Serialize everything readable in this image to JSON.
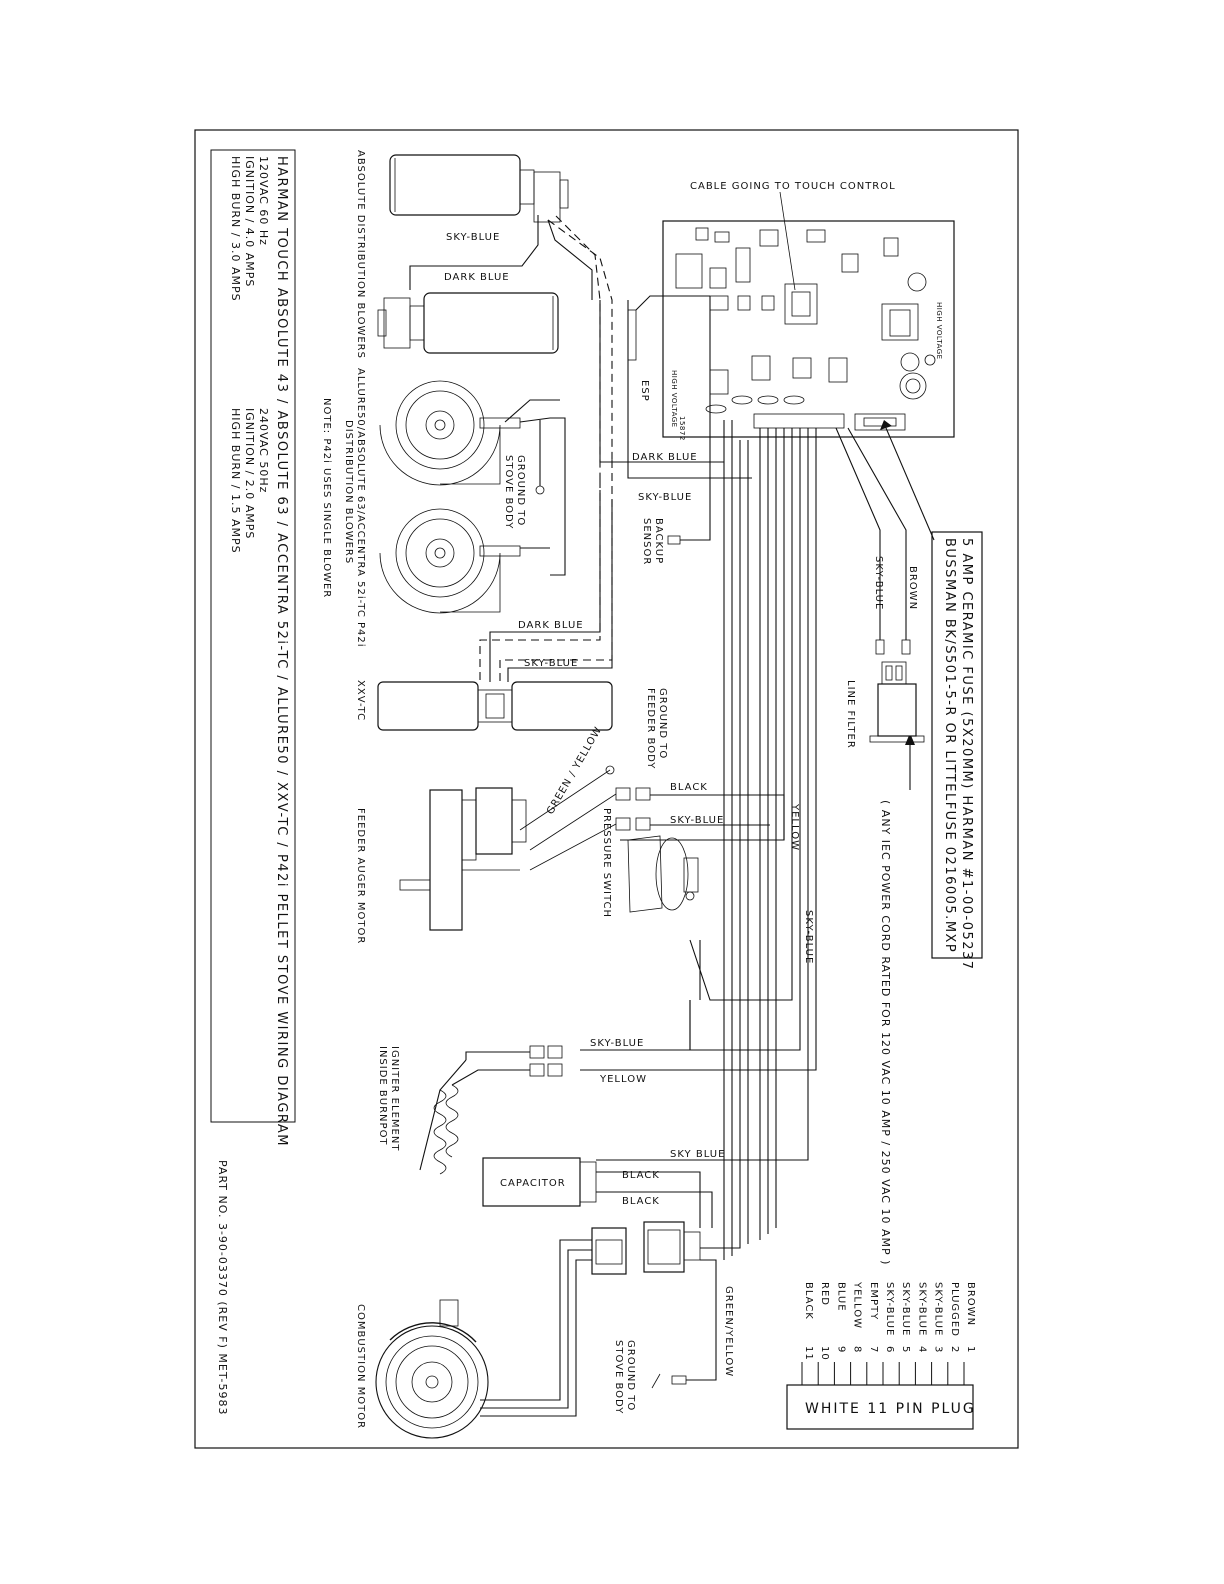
{
  "title": {
    "main": "HARMAN TOUCH ABSOLUTE 43 / ABSOLUTE 63 / ACCENTRA 52i-TC / ALLURE50 / XXV-TC / P42i PELLET STOVE WIRING DIAGRAM",
    "spec_120_line1": "120VAC 60 Hz",
    "spec_120_line2": "IGNITION / 4.0 AMPS",
    "spec_120_line3": "HIGH BURN / 3.0 AMPS",
    "spec_240_line1": "240VAC 50Hz",
    "spec_240_line2": "IGNITION / 2.0 AMPS",
    "spec_240_line3": "HIGH BURN / 1.5 AMPS"
  },
  "part_number": "PART NO. 3-90-03370 (REV F) MET-5983",
  "components": {
    "absolute_blowers": "ABSOLUTE DISTRIBUTION BLOWERS",
    "allure_blowers_1": "ALLURE50/ABSOLUTE 63/ACCENTRA 52i-TC P42i",
    "allure_blowers_2": "DISTRIBUTION BLOWERS",
    "p42i_note": "NOTE: P42i USES SINGLE BLOWER",
    "xxv_tc": "XXV-TC",
    "feeder_motor": "FEEDER AUGER MOTOR",
    "igniter_1": "IGNITER ELEMENT",
    "igniter_2": "INSIDE BURNPOT",
    "combustion_motor": "COMBUSTION MOTOR",
    "capacitor": "CAPACITOR",
    "pressure_switch": "PRESSURE SWITCH",
    "esp": "ESP",
    "backup_sensor_1": "BACKUP",
    "backup_sensor_2": "SENSOR",
    "line_filter": "LINE FILTER",
    "ground_stove_body_1": "GROUND TO",
    "ground_stove_body_2": "STOVE BODY",
    "ground_feeder_body_1": "GROUND TO",
    "ground_feeder_body_2": "FEEDER BODY",
    "cable_touch": "CABLE GOING TO TOUCH CONTROL",
    "high_voltage_1": "HIGH VOLTAGE",
    "high_voltage_2": "HIGH VOLTAGE",
    "board_number": "15872"
  },
  "fuse": {
    "line1": "5 AMP CERAMIC FUSE (5X20MM) HARMAN #1-00-05237",
    "line2": "BUSSMAN BK/S501-5-R OR LITTELFUSE 0216005.MXP"
  },
  "power_cord": "( ANY IEC POWER CORD RATED FOR 120 VAC 10 AMP / 250 VAC 10 AMP )",
  "wires": {
    "sky_blue_top": "SKY-BLUE",
    "dark_blue_top": "DARK BLUE",
    "dark_blue_mid": "DARK BLUE",
    "sky_blue_mid": "SKY-BLUE",
    "dark_blue_low": "DARK BLUE",
    "sky_blue_low": "SKY-BLUE",
    "black_feeder": "BLACK",
    "sky_blue_feeder": "SKY-BLUE",
    "yellow_main": "YELLOW",
    "sky_blue_vertical": "SKY-BLUE",
    "green_yellow_feeder": "GREEN / YELLOW",
    "sky_blue_igniter": "SKY-BLUE",
    "yellow_igniter": "YELLOW",
    "sky_blue_cap": "SKY BLUE",
    "black_cap_1": "BLACK",
    "black_cap_2": "BLACK",
    "green_yellow_comb": "GREEN/YELLOW",
    "sky_blue_fuse": "SKY-BLUE",
    "brown_fuse": "BROWN"
  },
  "plug": {
    "title": "WHITE 11 PIN PLUG",
    "pins": [
      {
        "name": "BROWN",
        "num": "1"
      },
      {
        "name": "PLUGGED",
        "num": "2"
      },
      {
        "name": "SKY-BLUE",
        "num": "3"
      },
      {
        "name": "SKY-BLUE",
        "num": "4"
      },
      {
        "name": "SKY-BLUE",
        "num": "5"
      },
      {
        "name": "SKY-BLUE",
        "num": "6"
      },
      {
        "name": "EMPTY",
        "num": "7"
      },
      {
        "name": "YELLOW",
        "num": "8"
      },
      {
        "name": "BLUE",
        "num": "9"
      },
      {
        "name": "RED",
        "num": "10"
      },
      {
        "name": "BLACK",
        "num": "11"
      }
    ]
  }
}
